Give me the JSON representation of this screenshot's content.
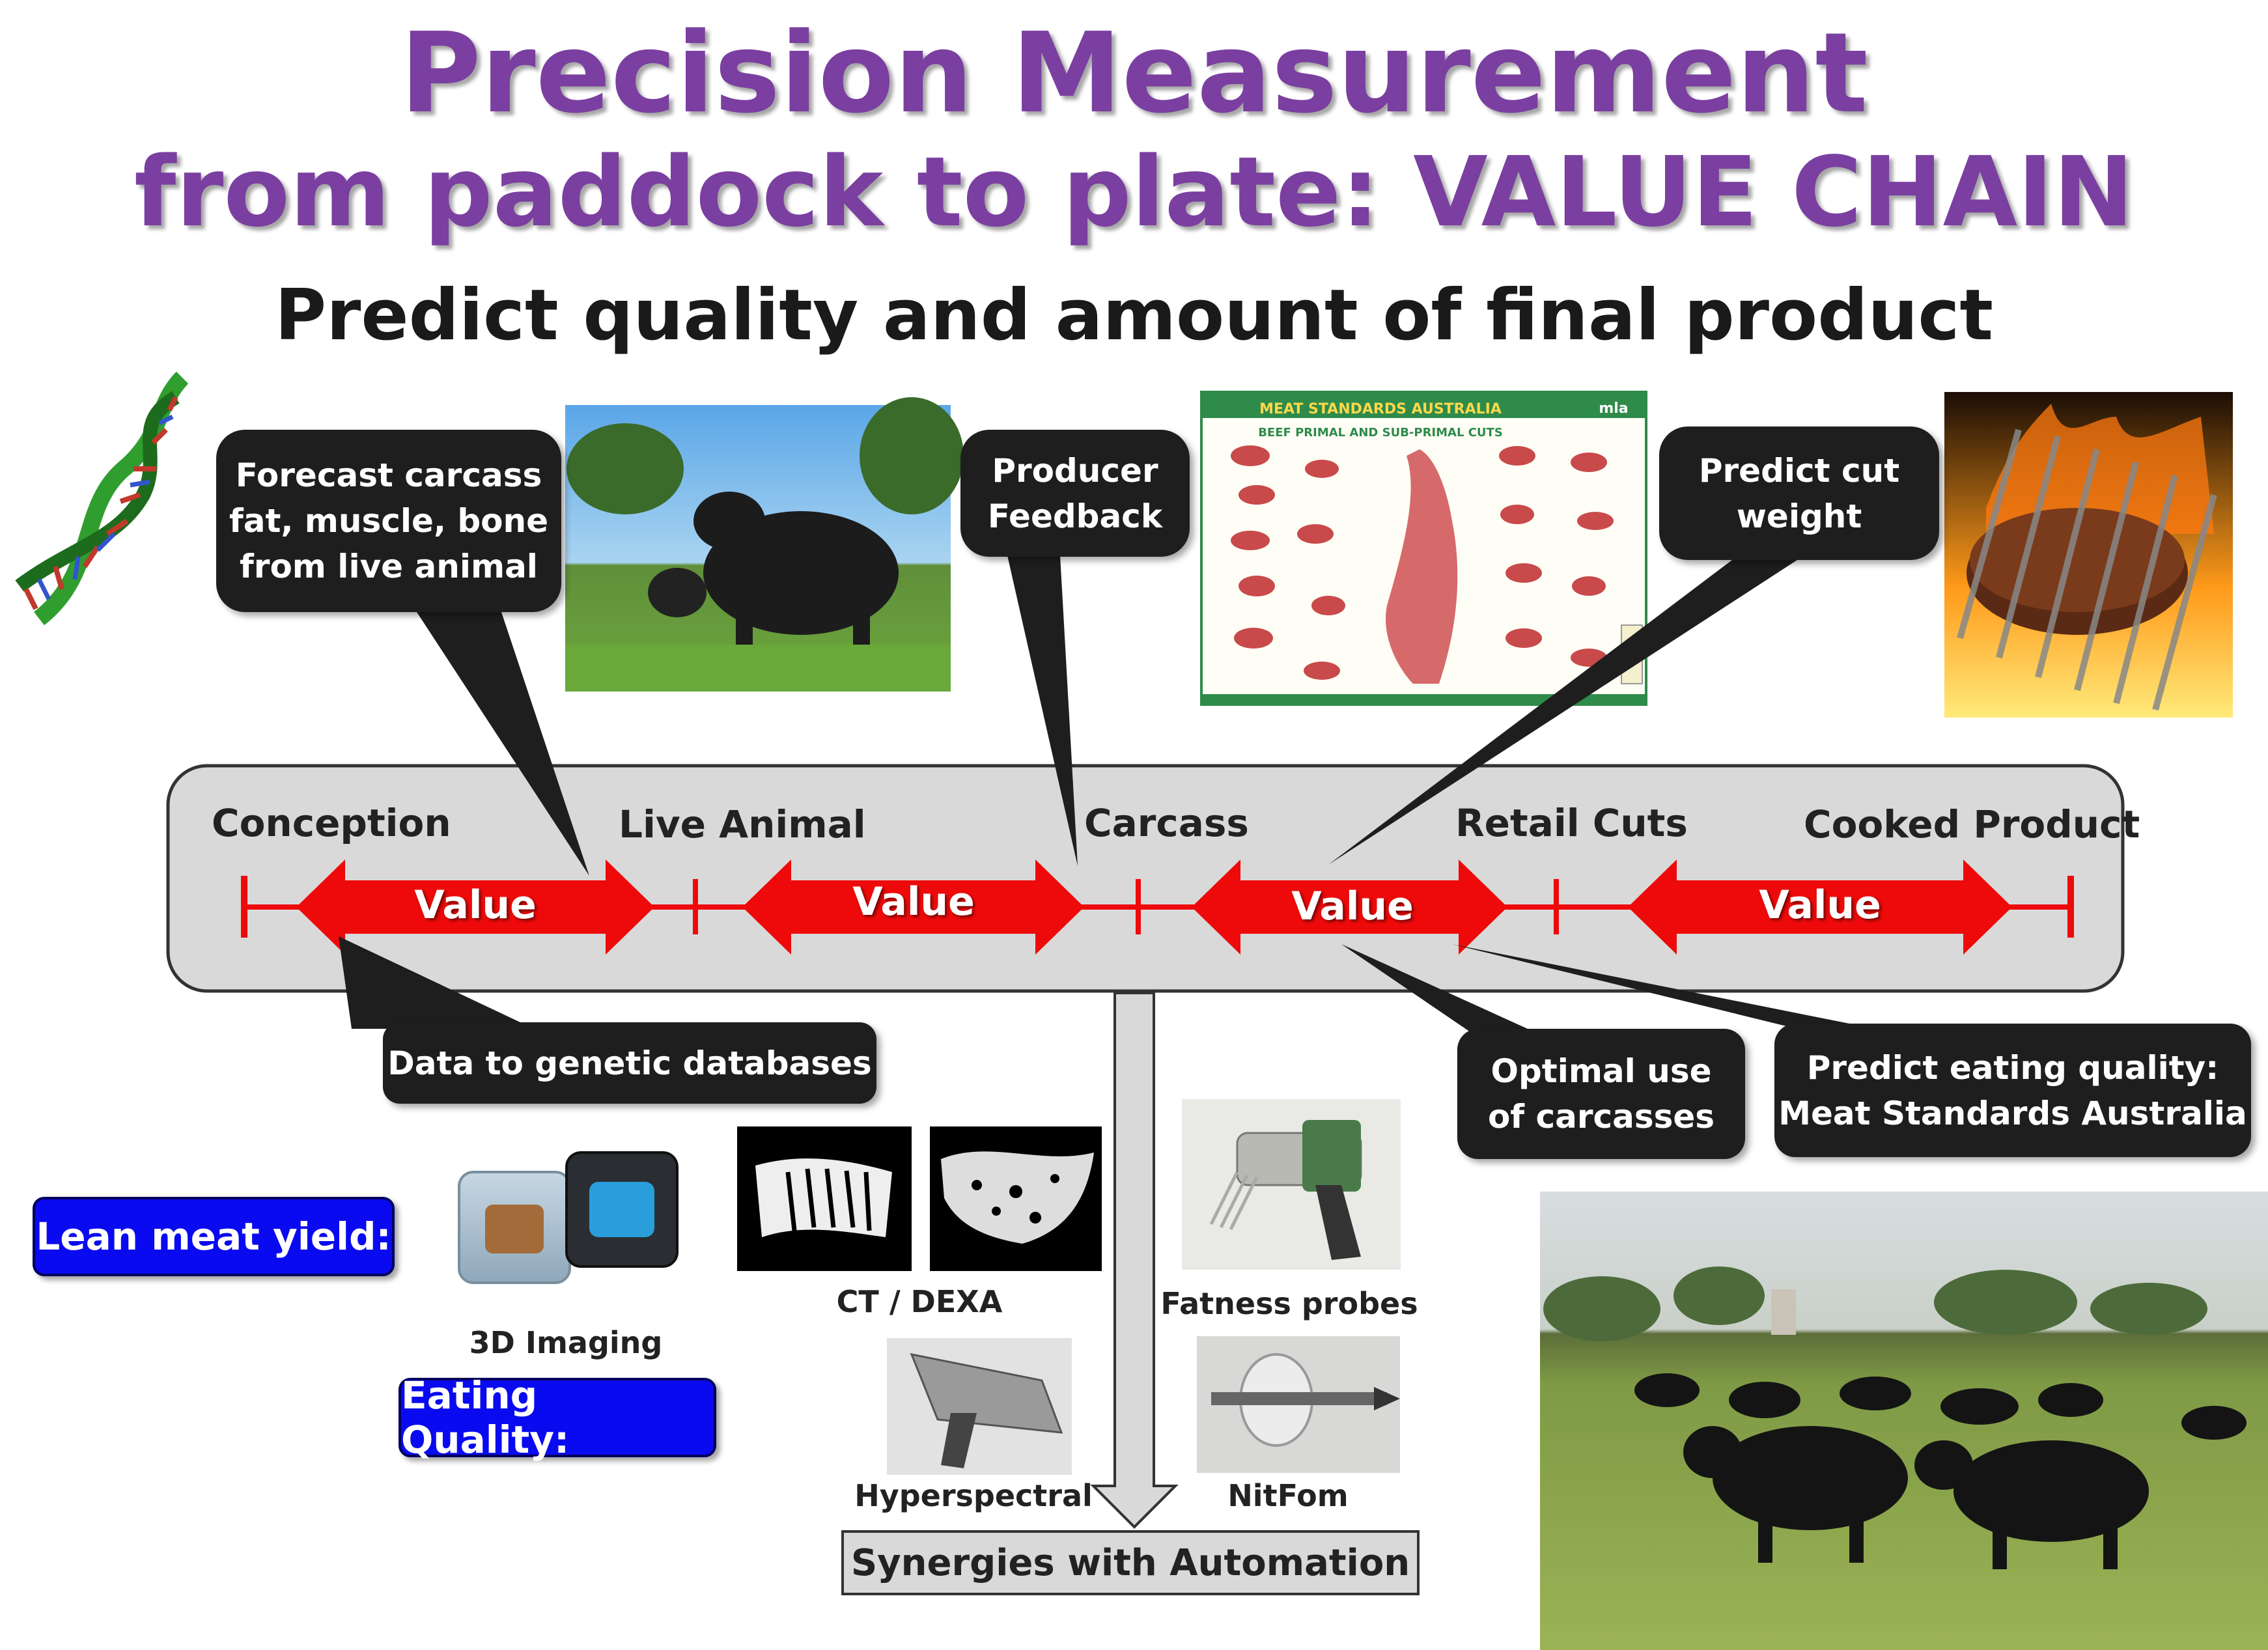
{
  "title": {
    "line1": "Precision Measurement",
    "line2": "from paddock to plate: VALUE CHAIN",
    "subtitle": "Predict quality and amount of final product"
  },
  "stages": [
    "Conception",
    "Live Animal",
    "Carcass",
    "Retail Cuts",
    "Cooked Product"
  ],
  "value_label": "Value",
  "callouts": {
    "forecast": [
      "Forecast carcass",
      "fat, muscle, bone",
      "from live animal"
    ],
    "producer": [
      "Producer",
      "Feedback"
    ],
    "predict_cut": [
      "Predict cut",
      "weight"
    ],
    "genetic": "Data to genetic databases",
    "optimal": [
      "Optimal use",
      "of carcasses"
    ],
    "eating": [
      "Predict eating quality:",
      "Meat Standards Australia"
    ]
  },
  "buttons": {
    "lean": "Lean meat yield:",
    "eating": "Eating Quality:"
  },
  "captions": {
    "imaging": "3D Imaging",
    "ct": "CT / DEXA",
    "fatness": "Fatness probes",
    "hyper": "Hyperspectral",
    "nitfom": "NitFom"
  },
  "synergies": "Synergies with Automation",
  "msa_chart": {
    "header": "MEAT STANDARDS AUSTRALIA",
    "subheader": "BEEF PRIMAL AND SUB-PRIMAL CUTS",
    "logo": "mla"
  },
  "colors": {
    "title": "#7a3fa0",
    "arrow": "#ee0a0a",
    "callout": "#1e1e1e",
    "button": "#0a0af0"
  }
}
